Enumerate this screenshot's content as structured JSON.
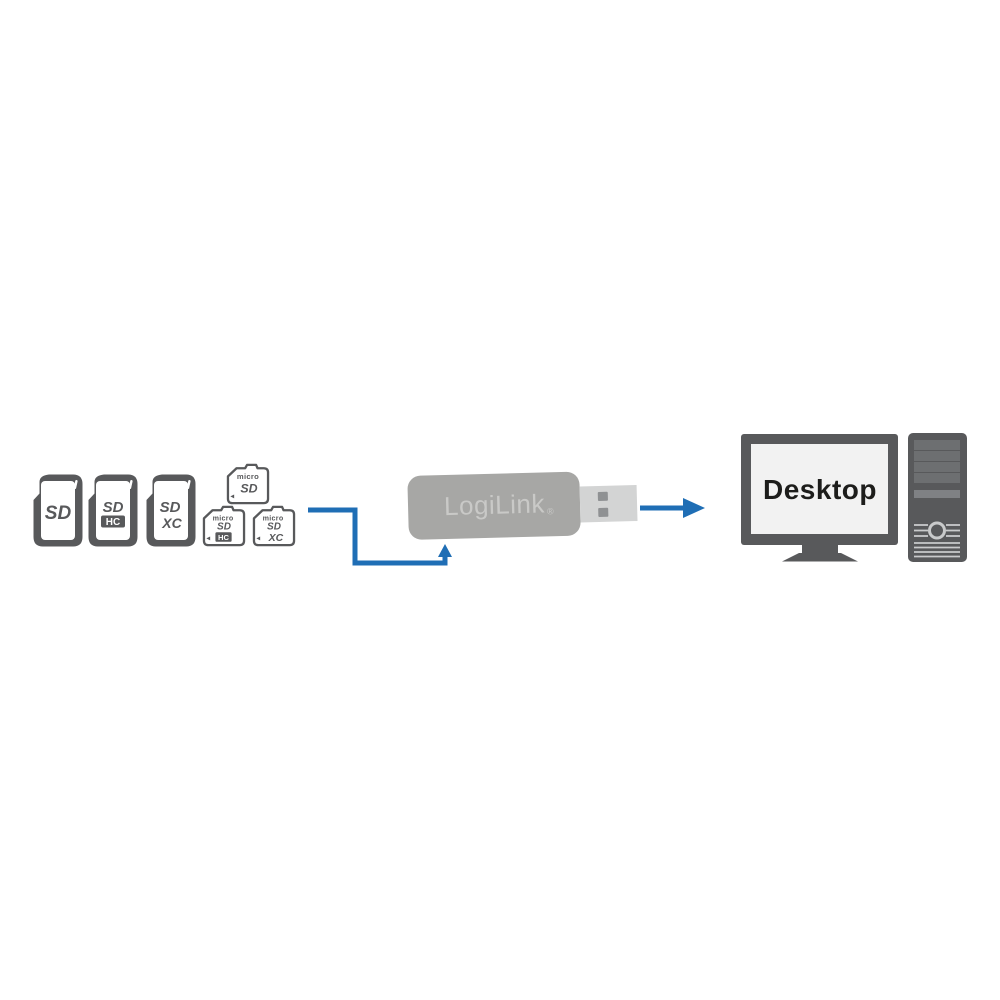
{
  "page": {
    "background": "#ffffff"
  },
  "colors": {
    "dark_gray": "#58595b",
    "blue": "#1f6eb5",
    "usb_body": "#a7a7a5",
    "usb_brand_text": "#c9c9c7",
    "usb_connector": "#d3d4d4",
    "usb_contacts": "#8f9193",
    "tower_detail": "#6d6f71",
    "tower_slot": "#7f8184",
    "tower_lines": "#c9cacb",
    "screen": "#f2f2f2",
    "screen_text": "#1d1d1b"
  },
  "sd_cards": [
    {
      "type": "SD",
      "logo": "SD"
    },
    {
      "type": "SDHC",
      "logo": "SD",
      "suffix": "HC"
    },
    {
      "type": "SDXC",
      "logo": "SD",
      "suffix": "XC"
    }
  ],
  "micro_cards": [
    {
      "type": "microSD",
      "prefix": "micro",
      "logo": "SD"
    },
    {
      "type": "microSDHC",
      "prefix": "micro",
      "logo": "SD",
      "suffix": "HC"
    },
    {
      "type": "microSDXC",
      "prefix": "micro",
      "logo": "SD",
      "suffix": "XC"
    }
  ],
  "card_reader": {
    "brand": "LogiLink",
    "registered_mark": "®"
  },
  "computer": {
    "screen_label": "Desktop"
  }
}
